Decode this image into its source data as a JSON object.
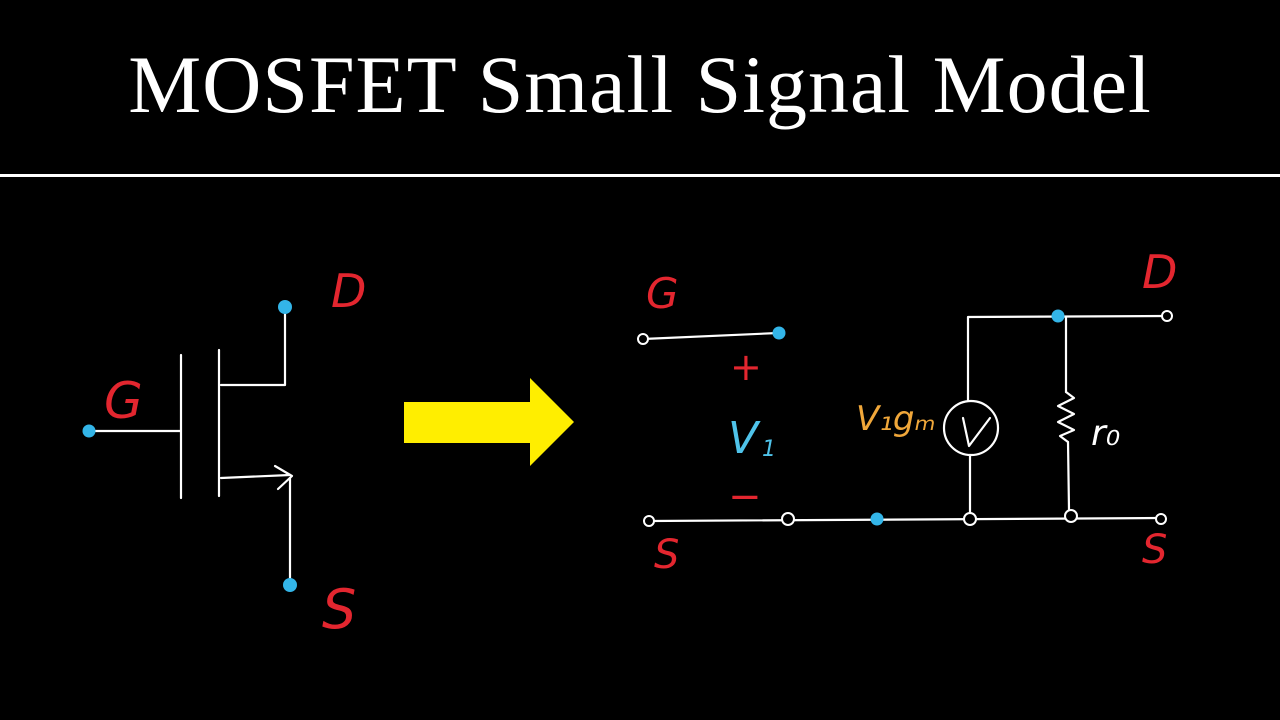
{
  "title": "MOSFET Small Signal Model",
  "colors": {
    "background": "#000000",
    "foreground": "#ffffff",
    "terminal_label": "#e3262f",
    "node": "#33b5e8",
    "arrow": "#ffee00",
    "vsym": "#4fc3ea",
    "source_label": "#f0a73a"
  },
  "left": {
    "gate_label": "G",
    "drain_label": "D",
    "source_label": "S"
  },
  "right": {
    "gate_label": "G",
    "drain_label": "D",
    "source_left_label": "S",
    "source_right_label": "S",
    "v_plus": "+",
    "v_minus": "−",
    "v_symbol": "V",
    "v_subscript": "1",
    "current_source_label": "V₁gₘ",
    "resistor_label": "r₀"
  }
}
